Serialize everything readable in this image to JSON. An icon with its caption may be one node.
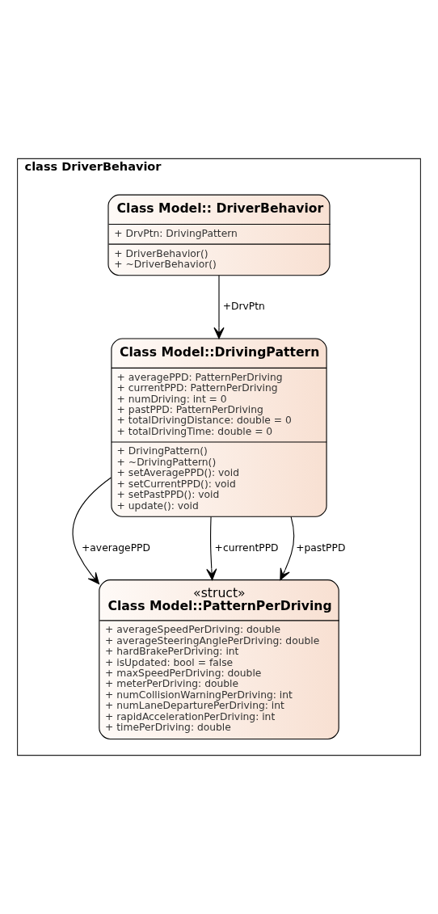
{
  "diagram": {
    "nodes": [
      {
        "text": [
          "class DriverBehavior"
        ]
      },
      {
        "text": [
          "Class Model:: DriverBehavior",
          "+ DrvPtn: DrivingPattern",
          "+ DriverBehavior()",
          "+ ~DriverBehavior()"
        ],
        "in": 0
      },
      {
        "text": [
          "Class Model::DrivingPattern",
          "+ averagePPD: PatternPerDriving",
          "+ currentPPD: PatternPerDriving",
          "+ numDriving: int = 0",
          "+ pastPPD: PatternPerDriving",
          "+ totalDrivingDistance: double = 0",
          "+ totalDrivingTime: double = 0",
          "+ DrivingPattern()",
          "+ ~DrivingPattern()",
          "+ setAveragePPD(): void",
          "+ setCurrentPPD(): void",
          "+ setPastPPD(): void",
          "+ update(): void"
        ],
        "in": 0
      },
      {
        "text": [
          "«struct»",
          "Class Model::PatternPerDriving",
          "+ averageSpeedPerDriving: double",
          "+ averageSteeringAnglePerDriving: double",
          "+ hardBrakePerDriving: int",
          "+ isUpdated: bool = false",
          "+ maxSpeedPerDriving: double",
          "+ meterPerDriving: double",
          "+ numCollisionWarningPerDriving: int",
          "+ numLaneDeparturePerDriving: int",
          "+ rapidAccelerationPerDriving: int",
          "+ timePerDriving: double"
        ],
        "in": 0
      }
    ],
    "edges": [
      {
        "from": 1,
        "to": 2,
        "arrow": "to",
        "label": "+DrvPtn"
      },
      {
        "from": 2,
        "to": 3,
        "arrow": "to",
        "label": "+averagePPD"
      },
      {
        "from": 2,
        "to": 3,
        "arrow": "to",
        "label": "+currentPPD"
      },
      {
        "from": 2,
        "to": 3,
        "arrow": "to",
        "label": "+pastPPD"
      }
    ]
  }
}
